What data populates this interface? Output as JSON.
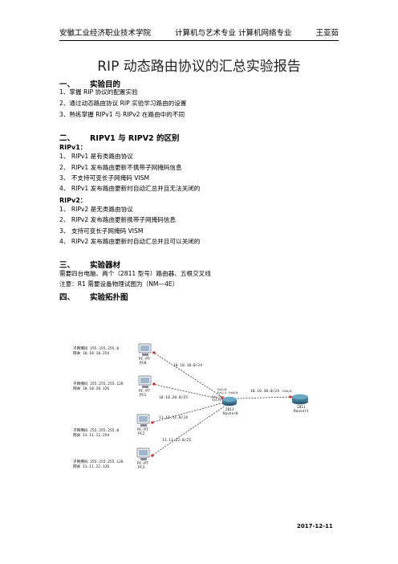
{
  "header": {
    "school": "安徽工业经济职业技术学院",
    "major": "计算机与艺术专业 计算机网络专业",
    "author": "王亚茹"
  },
  "title": "RIP 动态路由协议的汇总实验报告",
  "sections": {
    "s1": {
      "num": "一、",
      "title": "实验目的"
    },
    "s2": {
      "num": "二、",
      "title": "RIPV1 与 RIPV2 的区别"
    },
    "s3": {
      "num": "三、",
      "title": "实验器材"
    },
    "s4": {
      "num": "四、",
      "title": "实验拓扑图"
    }
  },
  "objectives": [
    "1、掌握 RIP 协议的配置实验",
    "2、通过动态路由协议 RIP 实验学习路由的设置",
    "3、熟练掌握 RIPv1 与 RIPv2 在路由中的不同"
  ],
  "ripv1": {
    "label": "RIPv1：",
    "items": [
      "1、 RIPv1 是有类路由协议",
      "2、 RIPv1 发布路由更新不携带子网掩码信息",
      "3、 不支持可变长子网掩码 VISM",
      "4、 RIPv1 发布路由更新时自动汇总并且无法关闭的"
    ]
  },
  "ripv2": {
    "label": "RIPv2：",
    "items": [
      "1、 RIPv2 是无类路由协议",
      "2、 RIPv2 发布路由更新携带子网掩码信息",
      "3、 支持可变长子网掩码 VISM",
      "4、 RIPv2 发布路由更新时自动汇总并且可以关闭的"
    ]
  },
  "equipment": [
    "需要四台电脑、两个（2811 型号）路由器、五根交叉线",
    "注意：R1 需要设备物理试图为（NM—4E）"
  ],
  "topology": {
    "pcs": [
      {
        "name": "PC-PT",
        "id": "PC0",
        "mask": "子网掩码 255.255.255.0",
        "gw": "网关 10.10.10.254"
      },
      {
        "name": "PC-PT",
        "id": "PC1",
        "mask": "子网掩码 255.255.255.128",
        "gw": "网关 10.10.20.126"
      },
      {
        "name": "PC-PT",
        "id": "PC2",
        "mask": "子网掩码 255.255.255.0",
        "gw": "网关 11.11.11.254"
      },
      {
        "name": "PC-PT",
        "id": "PC3",
        "mask": "子网掩码 255.255.255.128",
        "gw": "网关 11.11.22.126"
      }
    ],
    "links": [
      "10.10.10.0/24",
      "10.10.20.0/25",
      "11.11.11.0/24",
      "11.11.22.0/25",
      "10.10.30.0/24"
    ],
    "router0": {
      "model": "2811",
      "name": "Router0",
      "ports": [
        "Fa1/0",
        "Fa1/1",
        "Fa0/0",
        "Fa1/2",
        "Fa1/3"
      ]
    },
    "router1": {
      "model": "2811",
      "name": "Router1",
      "port": "Fa0/0"
    }
  },
  "date": "2017-12-11"
}
